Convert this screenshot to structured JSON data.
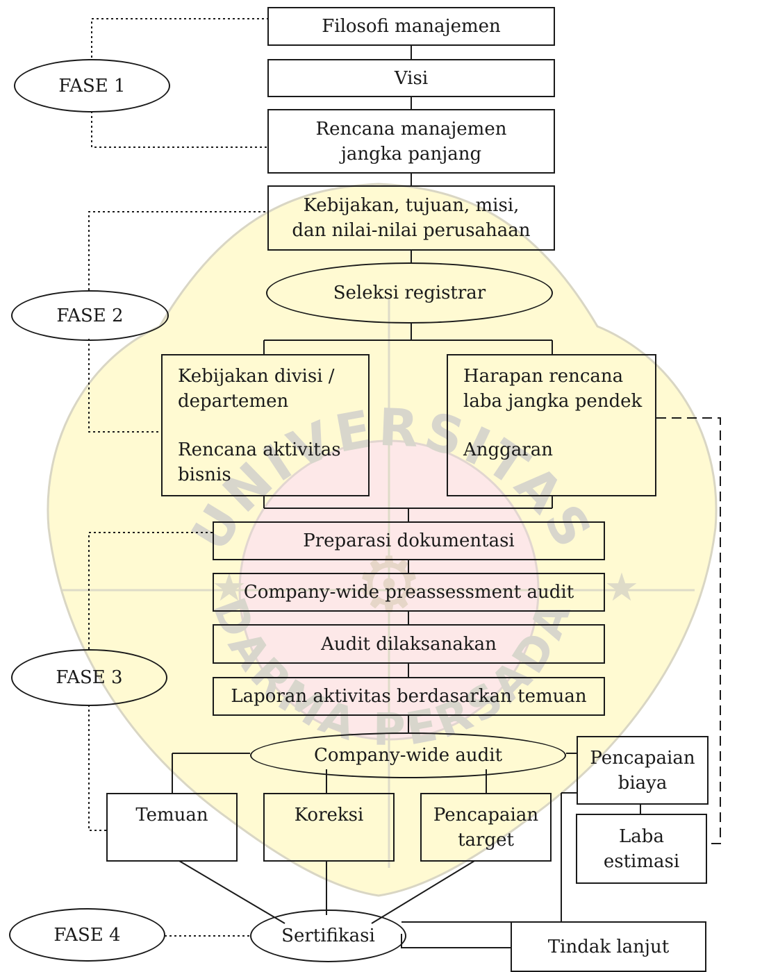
{
  "watermark": {
    "top_text": "UNIVERSITAS",
    "bottom_text": "DARMA PERSADA",
    "colors": {
      "shield": "#fffad2",
      "inner": "#fde8e8",
      "outline": "#d9d6c4",
      "text": "#d8d6cc"
    }
  },
  "phases": {
    "fase1": "FASE 1",
    "fase2": "FASE 2",
    "fase3": "FASE 3",
    "fase4": "FASE 4"
  },
  "nodes": {
    "filosofi": "Filosofi manajemen",
    "visi": "Visi",
    "rencana_1": "Rencana manajemen",
    "rencana_2": "jangka panjang",
    "kebijakan_1": "Kebijakan, tujuan, misi,",
    "kebijakan_2": "dan nilai-nilai perusahaan",
    "seleksi": "Seleksi registrar",
    "divisi_1": "Kebijakan divisi /",
    "divisi_2": "departemen",
    "divisi_3": "Rencana aktivitas",
    "divisi_4": "bisnis",
    "harapan_1": "Harapan rencana",
    "harapan_2": "laba jangka pendek",
    "harapan_3": "Anggaran",
    "preparasi": "Preparasi dokumentasi",
    "preassessment": "Company-wide preassessment audit",
    "audit": "Audit dilaksanakan",
    "laporan": "Laporan aktivitas berdasarkan temuan",
    "cw_audit": "Company-wide audit",
    "pencapaian_biaya_1": "Pencapaian",
    "pencapaian_biaya_2": "biaya",
    "temuan": "Temuan",
    "koreksi": "Koreksi",
    "pencapaian_target_1": "Pencapaian",
    "pencapaian_target_2": "target",
    "laba_1": "Laba",
    "laba_2": "estimasi",
    "sertifikasi": "Sertifikasi",
    "tindak_lanjut": "Tindak lanjut"
  }
}
